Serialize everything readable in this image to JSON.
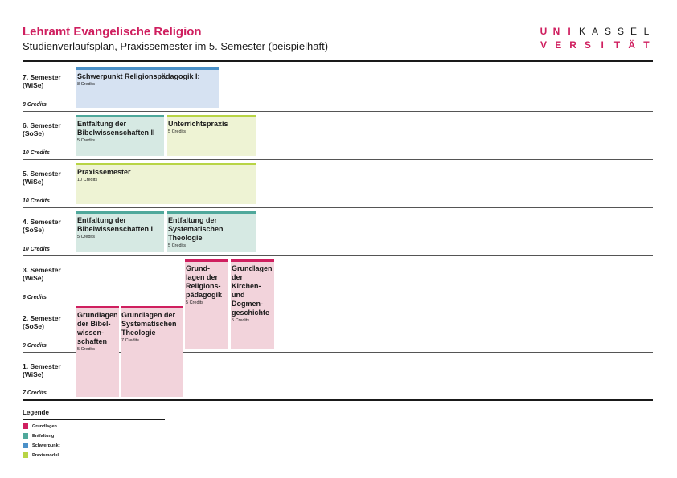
{
  "header": {
    "title": "Lehramt Evangelische Religion",
    "subtitle": "Studienverlaufsplan, Praxissemester im 5. Semester (beispielhaft)"
  },
  "logo": {
    "row1": [
      "U",
      "N",
      "I",
      "K",
      "A",
      "S",
      "S",
      "E",
      "L"
    ],
    "row2": [
      "V",
      "E",
      "R",
      "S",
      "I",
      "T",
      "Ä",
      "T"
    ]
  },
  "semesters": [
    {
      "line1": "7. Semester",
      "line2": "(WiSe)",
      "credits": "8 Credits"
    },
    {
      "line1": "6. Semester",
      "line2": "(SoSe)",
      "credits": "10 Credits"
    },
    {
      "line1": "5. Semester",
      "line2": "(WiSe)",
      "credits": "10 Credits"
    },
    {
      "line1": "4. Semester",
      "line2": "(SoSe)",
      "credits": "10 Credits"
    },
    {
      "line1": "3. Semester",
      "line2": "(WiSe)",
      "credits": "6 Credits"
    },
    {
      "line1": "2. Semester",
      "line2": "(SoSe)",
      "credits": "9 Credits"
    },
    {
      "line1": "1. Semester",
      "line2": "(WiSe)",
      "credits": "7 Credits"
    }
  ],
  "modules": [
    {
      "title": "Schwerpunkt Religionspädagogik I:",
      "credits": "8 Credits",
      "category": "Schwerpunkt"
    },
    {
      "title": "Entfaltung der Bibelwissenschaften II",
      "credits": "5 Credits",
      "category": "Entfaltung"
    },
    {
      "title": "Unterrichtspraxis",
      "credits": "5 Credits",
      "category": "Praxismodul"
    },
    {
      "title": "Praxissemester",
      "credits": "10 Credits",
      "category": "Praxismodul"
    },
    {
      "title": "Entfaltung der Bibelwissenschaften I",
      "credits": "5 Credits",
      "category": "Entfaltung"
    },
    {
      "title": "Entfaltung der Systematischen Theologie",
      "credits": "5 Credits",
      "category": "Entfaltung"
    },
    {
      "title": "Grund-\nlagen der Religions-\npädagogik",
      "credits": "5 Credits",
      "category": "Grundlagen"
    },
    {
      "title": "Grundlagen der Kirchen-\nund Dogmen-\ngeschichte",
      "credits": "5 Credits",
      "category": "Grundlagen"
    },
    {
      "title": "Grundlagen der Bibel-\nwissen-\nschaften",
      "credits": "5 Credits",
      "category": "Grundlagen"
    },
    {
      "title": "Grundlagen der Systematischen Theologie",
      "credits": "7 Credits",
      "category": "Grundlagen"
    }
  ],
  "legend": {
    "title": "Legende",
    "items": [
      {
        "label": "Grundlagen",
        "color": "#cf1f5f"
      },
      {
        "label": "Entfaltung",
        "color": "#4fa89b"
      },
      {
        "label": "Schwerpunkt",
        "color": "#4a90c8"
      },
      {
        "label": "Praxismodul",
        "color": "#b8d445"
      }
    ]
  }
}
